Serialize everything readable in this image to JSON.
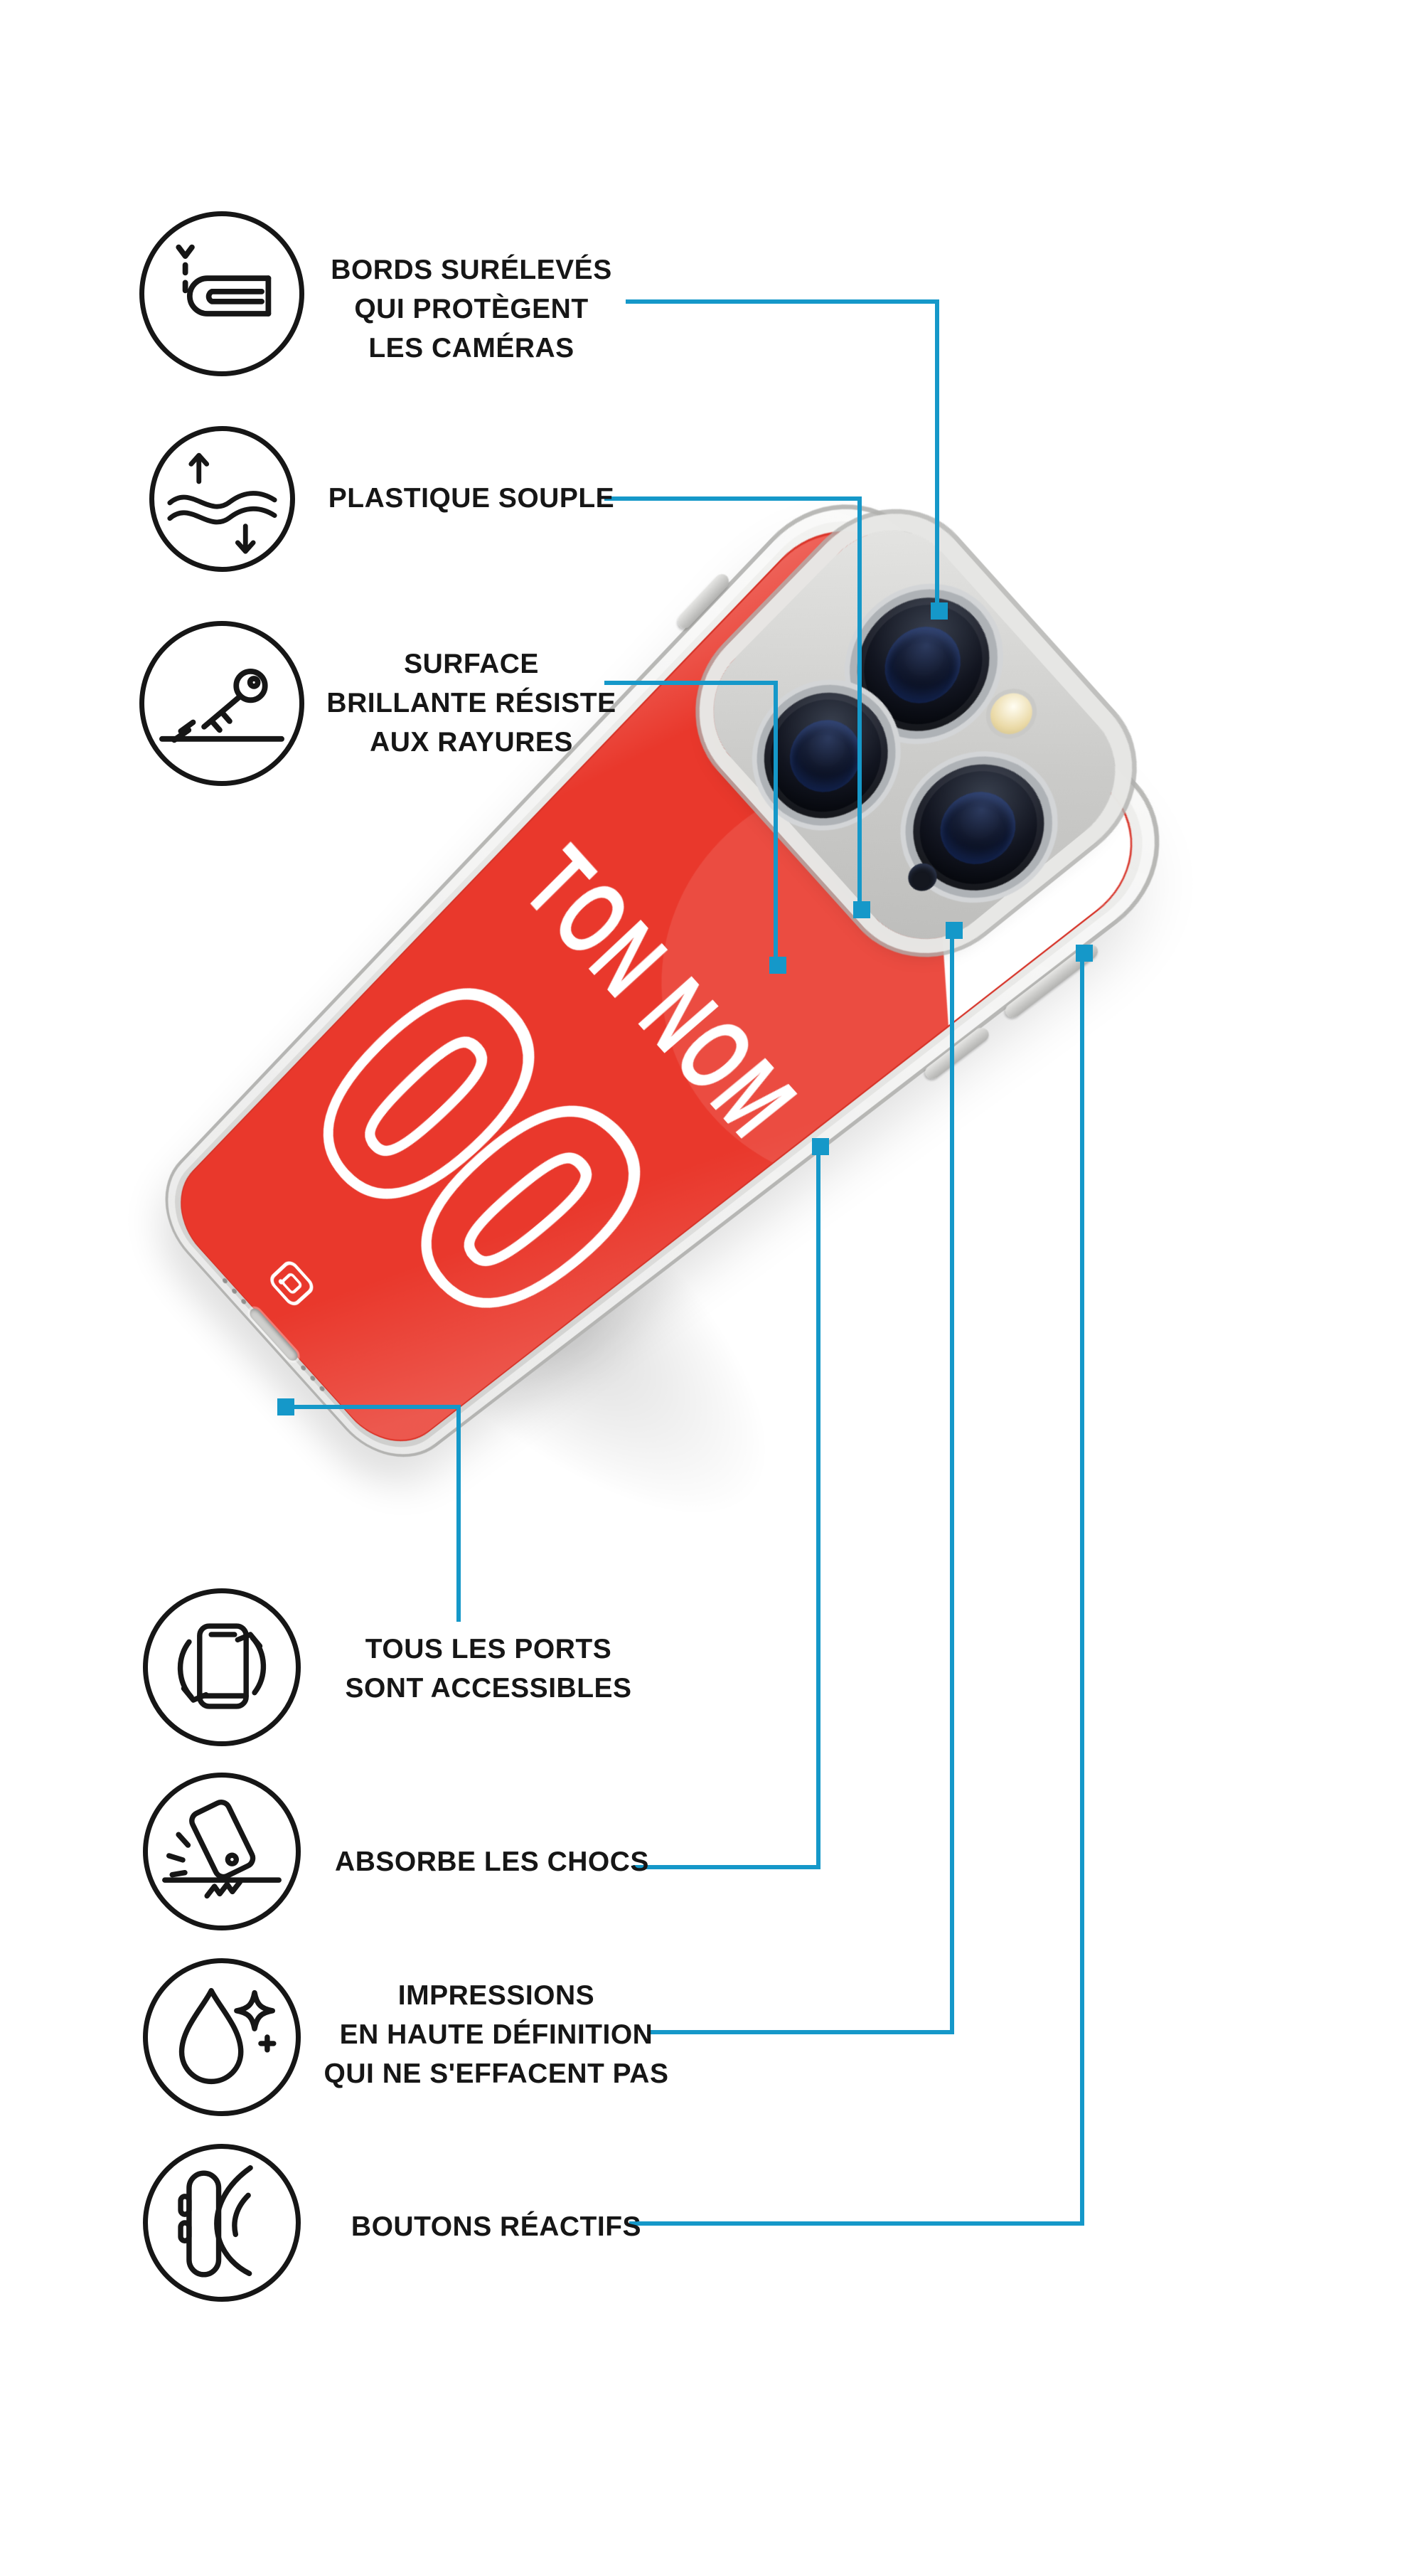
{
  "colors": {
    "accent": "#1598c9",
    "case_red": "#e9382c",
    "ink": "#161616",
    "background": "#ffffff"
  },
  "phone": {
    "name_text": "TON NOM",
    "number_text": "00"
  },
  "features": [
    {
      "id": "raised-edges",
      "icon": "raised-edges-icon",
      "lines": [
        "BORDS SURÉLEVÉS",
        "QUI PROTÈGENT",
        "LES CAMÉRAS"
      ]
    },
    {
      "id": "flexible-plastic",
      "icon": "flexible-plastic-icon",
      "lines": [
        "PLASTIQUE SOUPLE"
      ]
    },
    {
      "id": "scratch-resistant",
      "icon": "scratch-resistant-icon",
      "lines": [
        "SURFACE",
        "BRILLANTE RÉSISTE",
        "AUX RAYURES"
      ]
    },
    {
      "id": "ports-accessible",
      "icon": "ports-access-icon",
      "lines": [
        "TOUS LES PORTS",
        "SONT ACCESSIBLES"
      ]
    },
    {
      "id": "shock-absorbing",
      "icon": "shock-absorb-icon",
      "lines": [
        "ABSORBE LES CHOCS"
      ]
    },
    {
      "id": "hd-print",
      "icon": "hd-print-icon",
      "lines": [
        "IMPRESSIONS",
        "EN HAUTE DÉFINITION",
        "QUI NE S'EFFACENT PAS"
      ]
    },
    {
      "id": "reactive-buttons",
      "icon": "reactive-buttons-icon",
      "lines": [
        "BOUTONS RÉACTIFS"
      ]
    }
  ]
}
